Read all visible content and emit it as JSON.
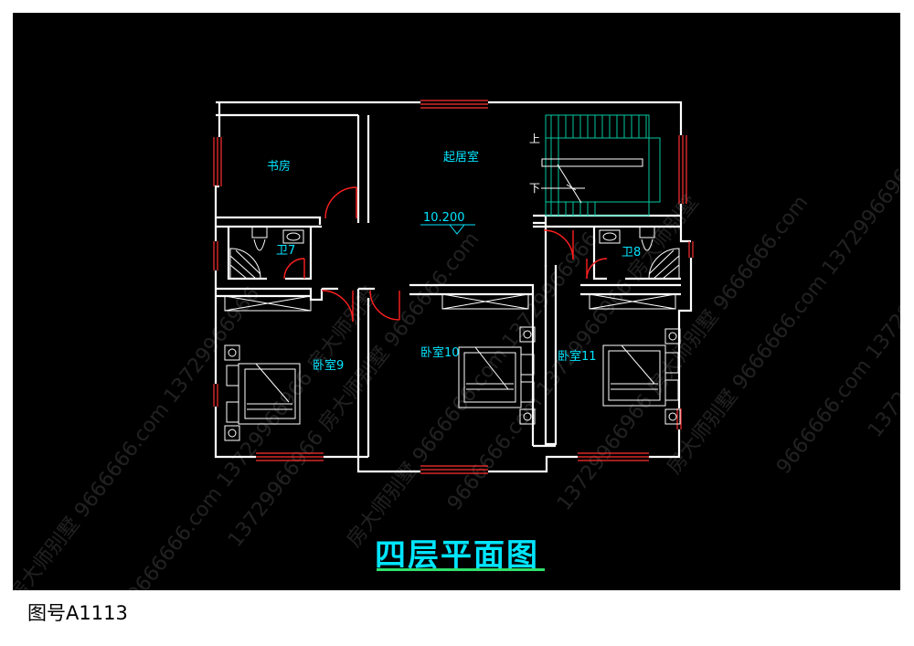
{
  "plan": {
    "title": "四层平面图",
    "drawing_number": "图号A1113",
    "elevation": "10.200",
    "rooms": {
      "study": "书房",
      "living": "起居室",
      "bath_7": "卫7",
      "bath_8": "卫8",
      "bedroom_9": "卧室9",
      "bedroom_10": "卧室10",
      "bedroom_11": "卧室11"
    },
    "stairs": {
      "up": "上",
      "down": "下"
    },
    "watermark": [
      "房大师别墅",
      "9666666.com",
      "13729966966"
    ]
  },
  "colors": {
    "background": "#000000",
    "wall": "#ffffff",
    "window": "#ff3030",
    "door": "#ff2020",
    "label": "#00e5ff",
    "stair": "#00c8a0",
    "underline": "#2ee06b"
  }
}
